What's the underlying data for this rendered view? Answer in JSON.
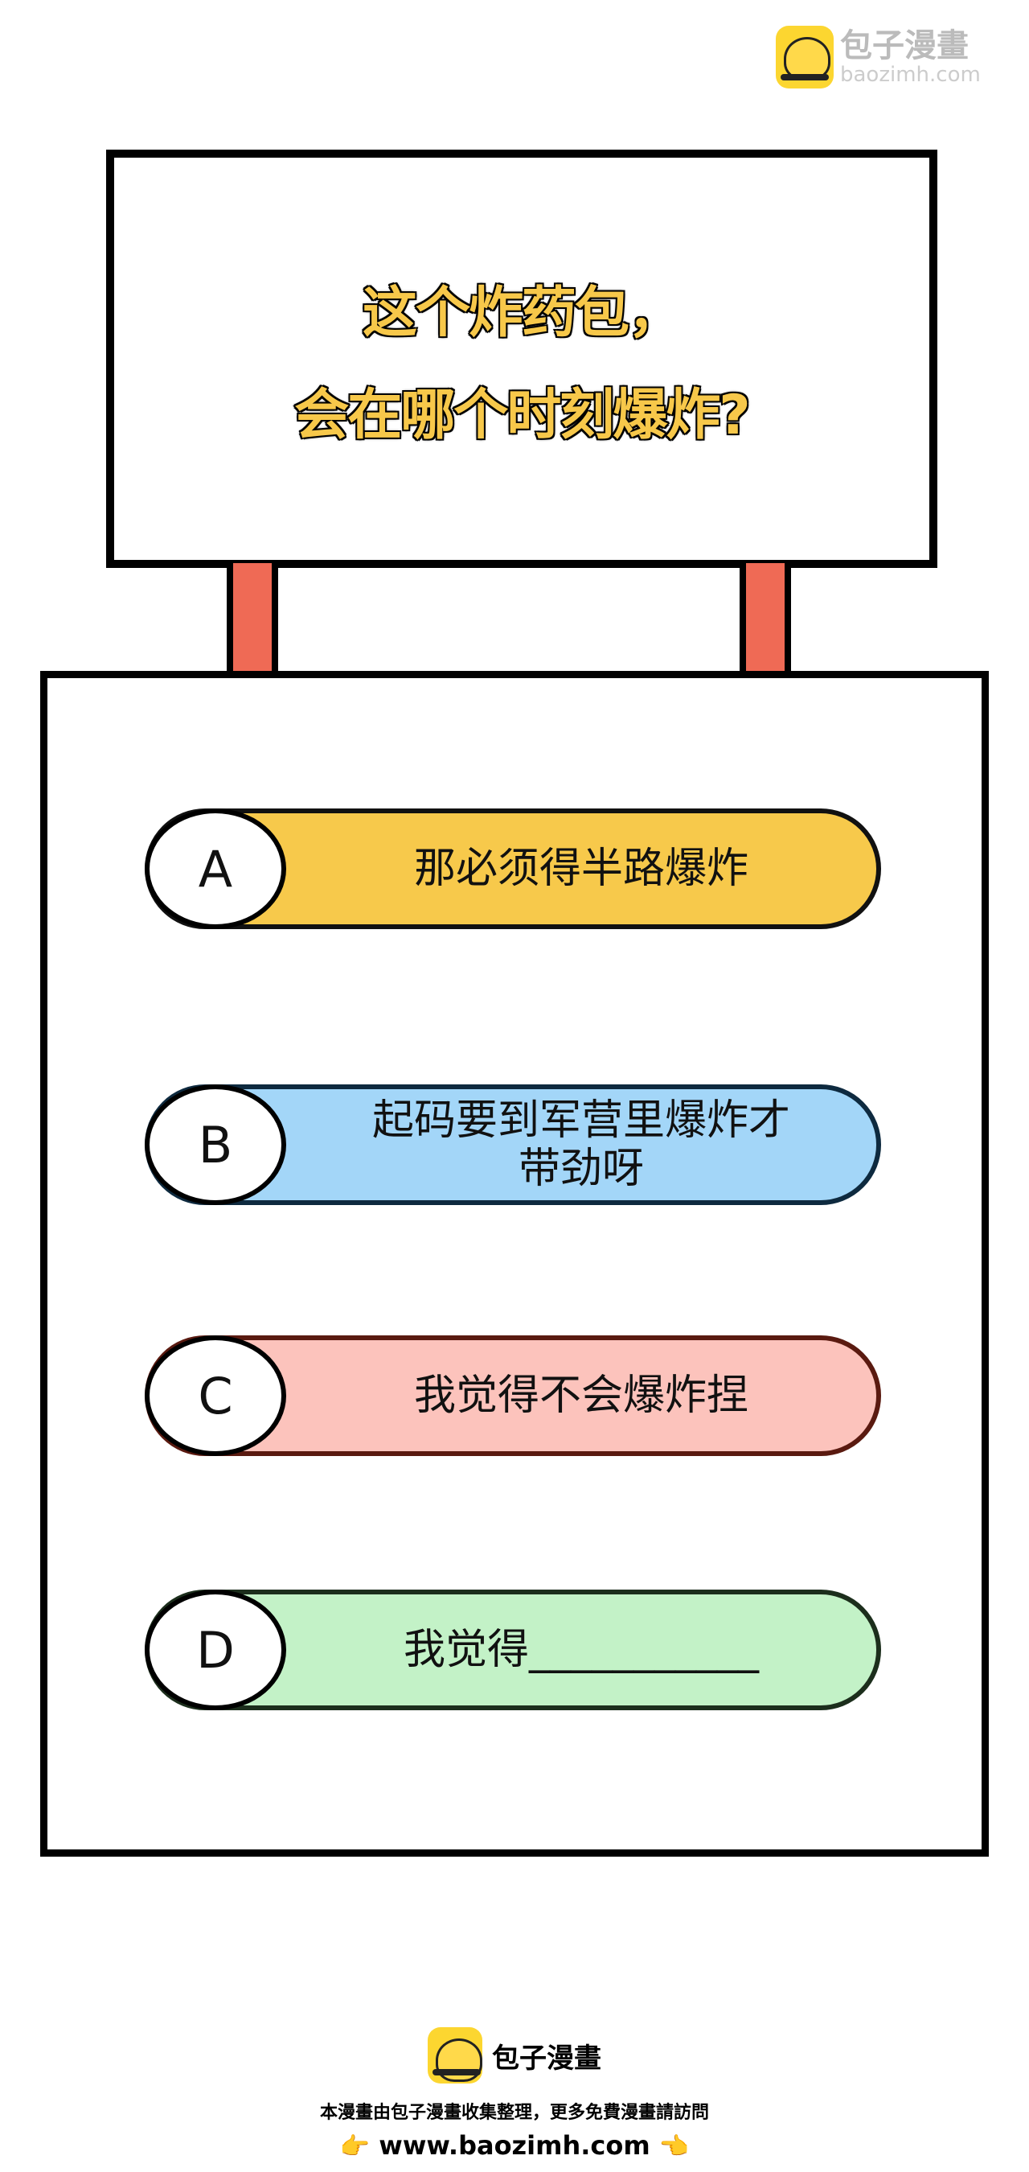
{
  "watermark": {
    "name": "包子漫畫",
    "domain": "baozimh.com"
  },
  "question": {
    "line1": "这个炸药包，",
    "line2": "会在哪个时刻爆炸?"
  },
  "options": [
    {
      "letter": "A",
      "text": "那必须得半路爆炸",
      "color": "#f7c94b",
      "border": "#111111"
    },
    {
      "letter": "B",
      "text": "起码要到军营里爆炸才带劲呀",
      "color": "#a3d6f8",
      "border": "#0e2a3f"
    },
    {
      "letter": "C",
      "text": "我觉得不会爆炸捏",
      "color": "#fcc3bc",
      "border": "#5a1a10"
    },
    {
      "letter": "D",
      "text": "我觉得___________",
      "color": "#c3f2c7",
      "border": "#1c2e1c"
    }
  ],
  "footer": {
    "brand": "包子漫畫",
    "note": "本漫畫由包子漫畫收集整理，更多免費漫畫請訪問",
    "url": "www.baozimh.com",
    "hand_left": "👉",
    "hand_right": "👈"
  }
}
